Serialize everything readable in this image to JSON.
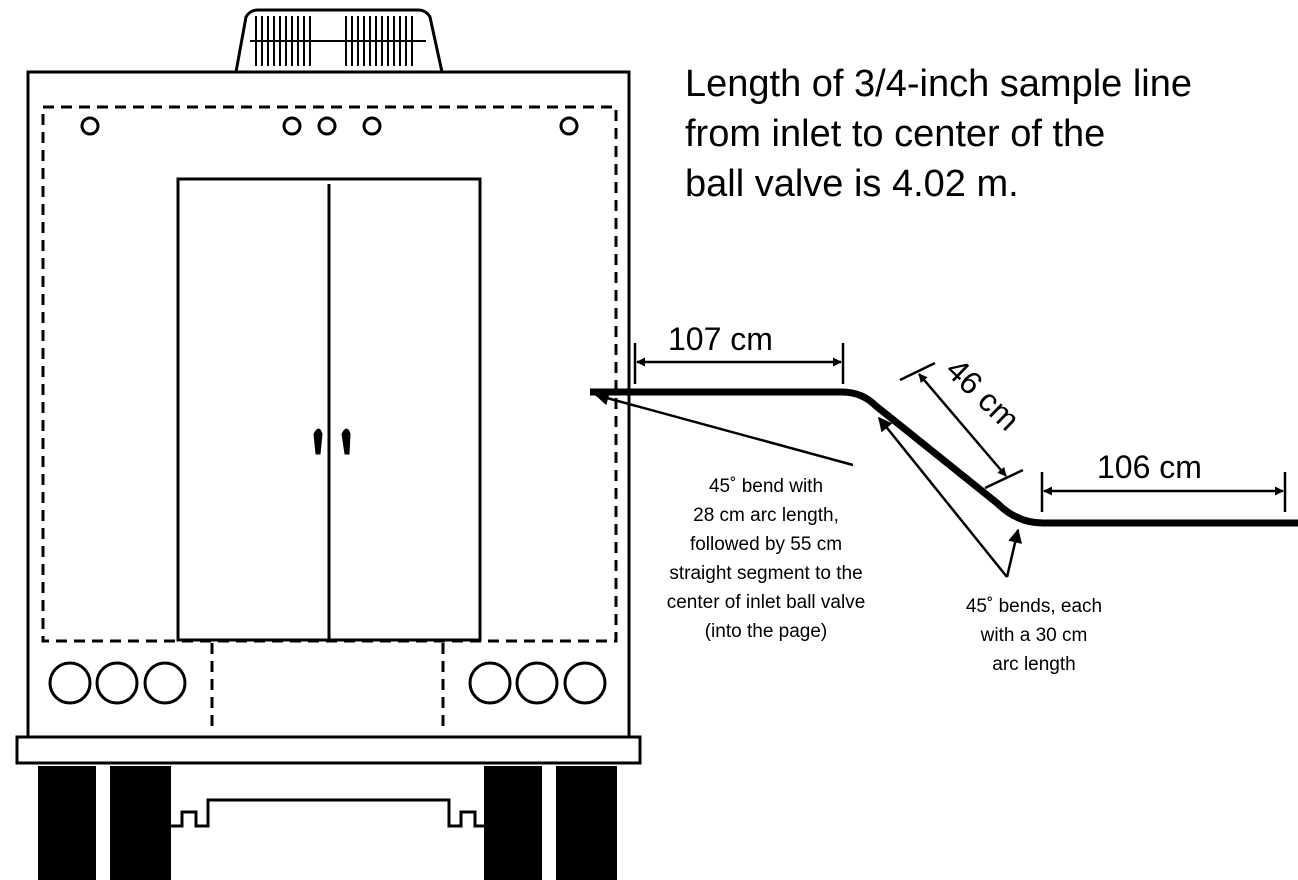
{
  "headline": {
    "lines": [
      "Length of 3/4-inch sample line",
      "from inlet to center of the",
      "ball valve is 4.02 m."
    ]
  },
  "dimensions": {
    "first_straight": "107 cm",
    "diagonal": "46 cm",
    "last_straight": "106 cm"
  },
  "notes": {
    "inlet_bend": [
      "45˚ bend with",
      "28 cm arc length,",
      "followed by 55 cm",
      "straight segment to the",
      "center of inlet ball valve",
      "(into the page)"
    ],
    "middle_bends": [
      "45˚ bends, each",
      "with a 30 cm",
      "arc length"
    ]
  },
  "colors": {
    "line": "#000000",
    "background": "#ffffff"
  }
}
